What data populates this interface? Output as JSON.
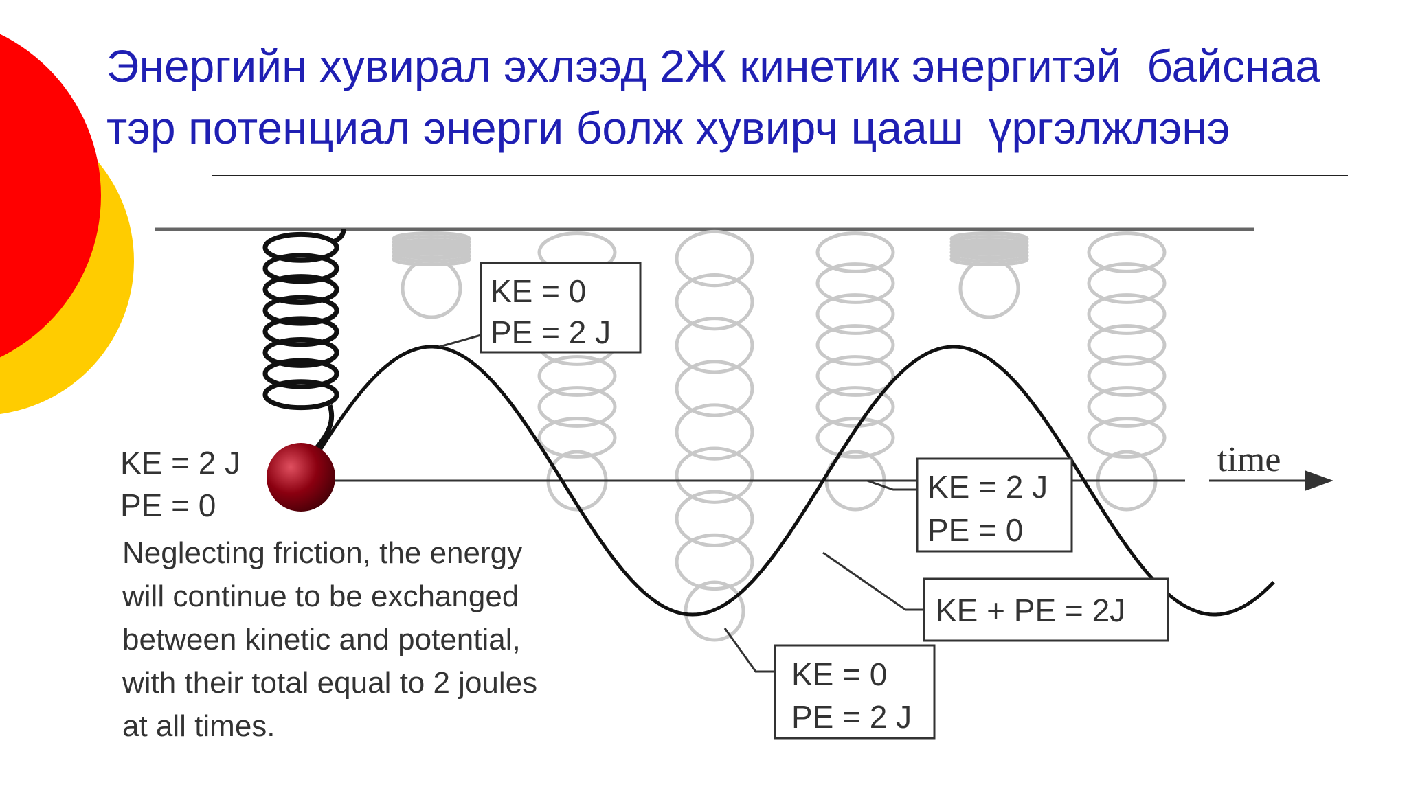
{
  "title": {
    "line1": "Энергийн хувирал эхлээд 2Ж кинетик энергитэй  байснаа",
    "line2": "тэр потенциал энерги болж хувирч цааш  үргэлжлэнэ"
  },
  "diagram": {
    "axis_label": "time",
    "start_state": {
      "ke": "KE = 2 J",
      "pe": "PE = 0"
    },
    "peak_label": {
      "ke": "KE = 0",
      "pe": "PE = 2 J"
    },
    "cross_label": {
      "ke": "KE = 2 J",
      "pe": "PE = 0"
    },
    "total_label": "KE + PE = 2J",
    "trough_label": {
      "ke": "KE = 0",
      "pe": "PE = 2 J"
    },
    "note_lines": [
      "Neglecting friction, the energy",
      "will continue to be exchanged",
      "between kinetic and potential,",
      "with their total equal to 2 joules",
      "at all times."
    ]
  },
  "colors": {
    "title": "#1f1fb3",
    "red_circle": "#ff0000",
    "yellow_circle": "#ffcc00",
    "mass": "#8b0010"
  }
}
